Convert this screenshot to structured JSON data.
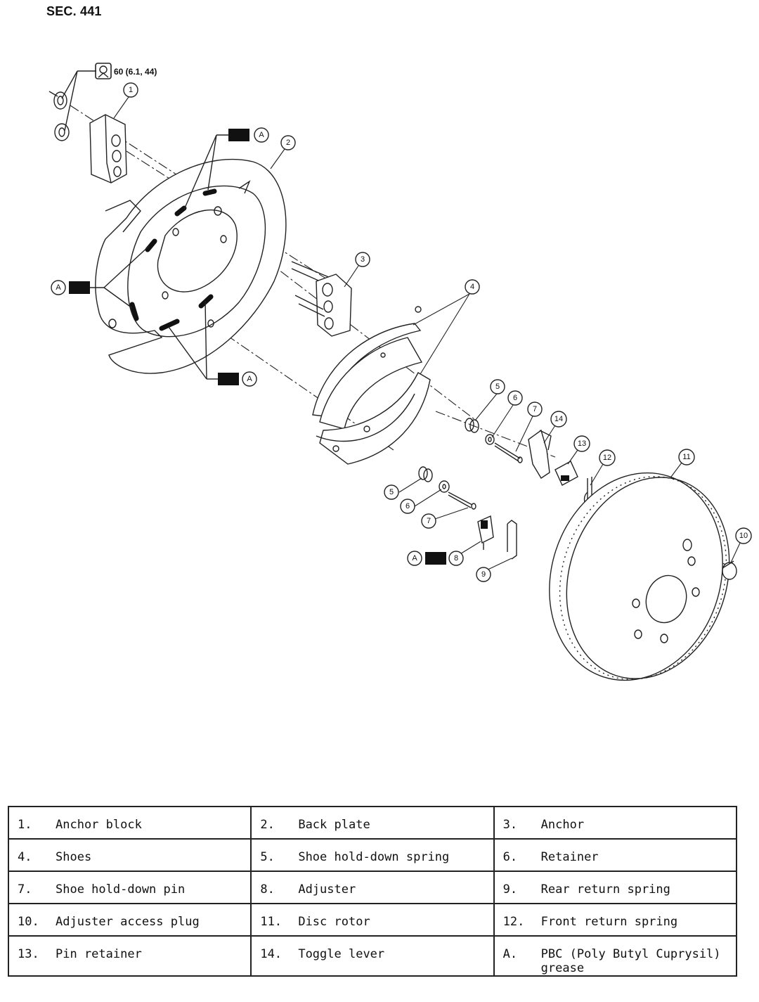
{
  "section": "SEC. 441",
  "torque_spec": "60 (6.1, 44)",
  "grease_mark": "A",
  "callouts": {
    "c1": "1",
    "c2": "2",
    "c3": "3",
    "c4": "4",
    "c5": "5",
    "c5b": "5",
    "c6": "6",
    "c6b": "6",
    "c7": "7",
    "c7b": "7",
    "c8": "8",
    "c9": "9",
    "c10": "10",
    "c11": "11",
    "c12": "12",
    "c13": "13",
    "c14": "14"
  },
  "legend": [
    [
      {
        "num": "1.",
        "text": "Anchor block"
      },
      {
        "num": "2.",
        "text": "Back plate"
      },
      {
        "num": "3.",
        "text": "Anchor"
      }
    ],
    [
      {
        "num": "4.",
        "text": "Shoes"
      },
      {
        "num": "5.",
        "text": "Shoe hold-down spring"
      },
      {
        "num": "6.",
        "text": "Retainer"
      }
    ],
    [
      {
        "num": "7.",
        "text": "Shoe hold-down pin"
      },
      {
        "num": "8.",
        "text": "Adjuster"
      },
      {
        "num": "9.",
        "text": "Rear return spring"
      }
    ],
    [
      {
        "num": "10.",
        "text": "Adjuster access plug"
      },
      {
        "num": "11.",
        "text": "Disc rotor"
      },
      {
        "num": "12.",
        "text": "Front return spring"
      }
    ],
    [
      {
        "num": "13.",
        "text": "Pin retainer"
      },
      {
        "num": "14.",
        "text": "Toggle lever"
      },
      {
        "num": "A.",
        "text": "PBC (Poly Butyl Cuprysil) grease"
      }
    ]
  ]
}
